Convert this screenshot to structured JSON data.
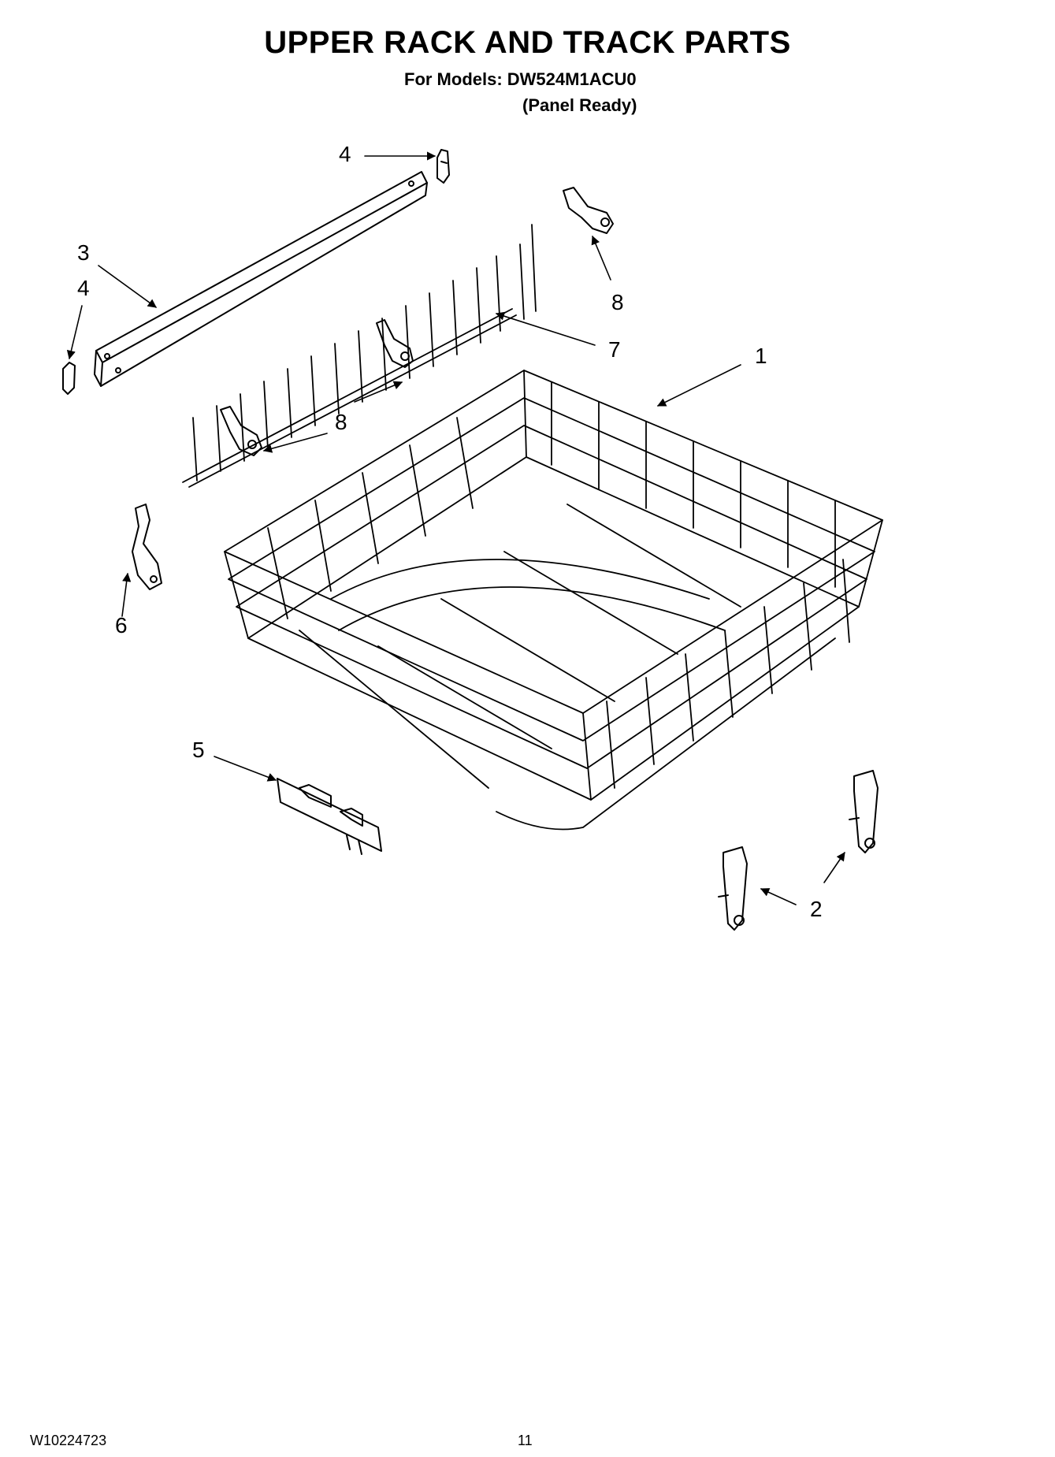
{
  "header": {
    "title": "UPPER RACK AND TRACK PARTS",
    "models_line": "For Models: DW524M1ACU0",
    "variant_line": "(Panel Ready)"
  },
  "footer": {
    "document_number": "W10224723",
    "page_number": "11"
  },
  "callouts": {
    "c1": "1",
    "c2": "2",
    "c3": "3",
    "c4_top": "4",
    "c4_left": "4",
    "c5": "5",
    "c6": "6",
    "c7": "7",
    "c8_top": "8",
    "c8_mid": "8"
  }
}
